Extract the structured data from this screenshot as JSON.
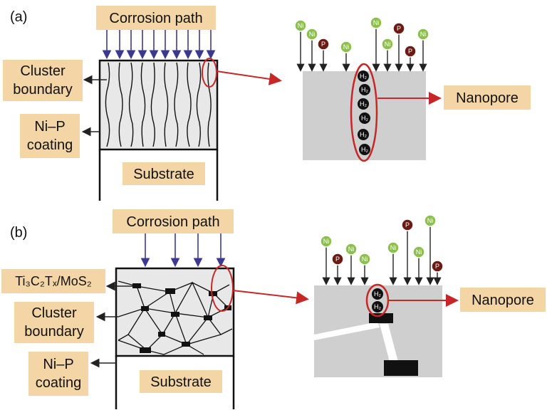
{
  "colors": {
    "label_bg": "#f3d5a6",
    "arrow_blue": "#3b3a8e",
    "highlight_red": "#c62828",
    "ni_fill": "#8dbf4e",
    "p_fill": "#6b1a14",
    "h2_fill": "#111111",
    "coating_gray": "#cfcfcf"
  },
  "panel_a": {
    "tag": "(a)",
    "corrosion_label": "Corrosion path",
    "cluster_boundary_line1": "Cluster",
    "cluster_boundary_line2": "boundary",
    "nip_line1": "Ni–P",
    "nip_line2": "coating",
    "substrate": "Substrate",
    "nanopore": "Nanopore"
  },
  "panel_b": {
    "tag": "(b)",
    "corrosion_label": "Corrosion path",
    "mxene_label": "Ti₃C₂Tₓ/MoS₂",
    "cluster_boundary_line1": "Cluster",
    "cluster_boundary_line2": "boundary",
    "nip_line1": "Ni–P",
    "nip_line2": "coating",
    "substrate": "Substrate",
    "nanopore": "Nanopore"
  },
  "atoms": {
    "ni": "Ni",
    "p": "P",
    "h2": "H₂"
  }
}
